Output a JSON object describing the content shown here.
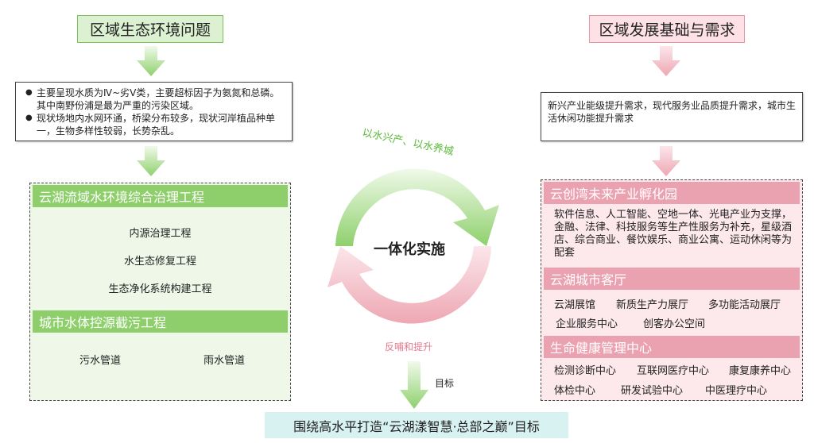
{
  "left": {
    "title": "区域生态环境问题",
    "bullets": [
      "主要呈现水质为Ⅳ~劣Ⅴ类，主要超标因子为氨氮和总磷。其中南野份浦是最为严重的污染区域。",
      "现状场地内水网环通，桥梁分布较多，现状河岸植品种单一，生物多样性较弱，长势杂乱。"
    ],
    "sections": [
      {
        "header": "云湖流域水环境综合治理工程",
        "items": [
          "内源治理工程",
          "水生态修复工程",
          "生态净化系统构建工程"
        ]
      },
      {
        "header": "城市水体控源截污工程",
        "items": [
          "污水管道",
          "雨水管道"
        ]
      }
    ]
  },
  "right": {
    "title": "区域发展基础与需求",
    "text": "新兴产业能级提升需求，现代服务业品质提升需求，城市生活休闲功能提升需求",
    "sections": [
      {
        "header": "云创湾未来产业孵化园",
        "text": "软件信息、人工智能、空地一体、光电产业为支撑，金融、法律、科技服务等生产性服务为补充，星级酒店、综合商业、餐饮娱乐、商业公寓、运动休闲等为配套"
      },
      {
        "header": "云湖城市客厅",
        "items": [
          "云湖展馆",
          "新质生产力展厅",
          "多功能活动展厅",
          "企业服务中心",
          "创客办公空间"
        ]
      },
      {
        "header": "生命健康管理中心",
        "items": [
          "检测诊断中心",
          "互联网医疗中心",
          "康复康养中心",
          "体检中心",
          "研发试验中心",
          "中医理疗中心"
        ]
      }
    ]
  },
  "center": {
    "label": "一体化实施",
    "top_arc": "以水兴产、以水养城",
    "bottom_arc": "反哺和提升",
    "arrow_label": "目标"
  },
  "goal": "围绕高水平打造“云湖漾智慧·总部之巅”目标",
  "colors": {
    "green": "#8ecf6c",
    "pink": "#eba2b0",
    "goal_bg": "#d8f1f1"
  }
}
